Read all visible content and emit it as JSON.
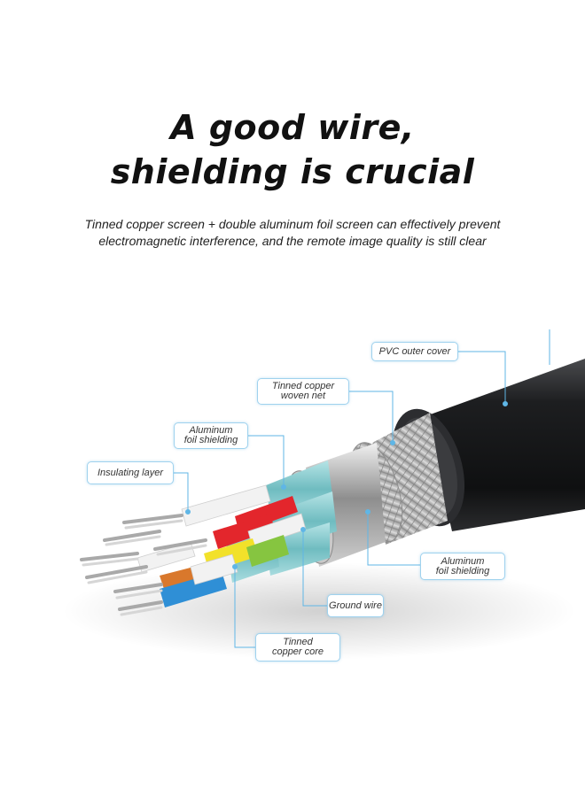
{
  "headline": {
    "line1": "A good wire,",
    "line2": "shielding is crucial"
  },
  "subtitle": {
    "line1": "Tinned copper screen + double aluminum foil screen can effectively prevent",
    "line2": "electromagnetic interference, and the remote image quality is still clear"
  },
  "callouts": {
    "pvc_outer_cover": "PVC outer cover",
    "tinned_copper_woven_net": {
      "line1": "Tinned copper",
      "line2": "woven net"
    },
    "aluminum_foil_shielding_inner": {
      "line1": "Aluminum",
      "line2": "foil shielding"
    },
    "insulating_layer": "Insulating layer",
    "aluminum_foil_shielding_outer": {
      "line1": "Aluminum",
      "line2": "foil shielding"
    },
    "ground_wire": "Ground wire",
    "tinned_copper_core": {
      "line1": "Tinned",
      "line2": "copper core"
    }
  },
  "colors": {
    "callout_border": "#9fd2ee",
    "leader_line": "#5fb6e6",
    "jacket": "#1d1e20",
    "foil_teal": "#7cc6c9",
    "wire_red": "#e3262c",
    "wire_yellow": "#f2e12a",
    "wire_green": "#86c540",
    "wire_blue": "#2f8fd6",
    "wire_white": "#f2f2f2",
    "wire_orange": "#d9782c"
  }
}
